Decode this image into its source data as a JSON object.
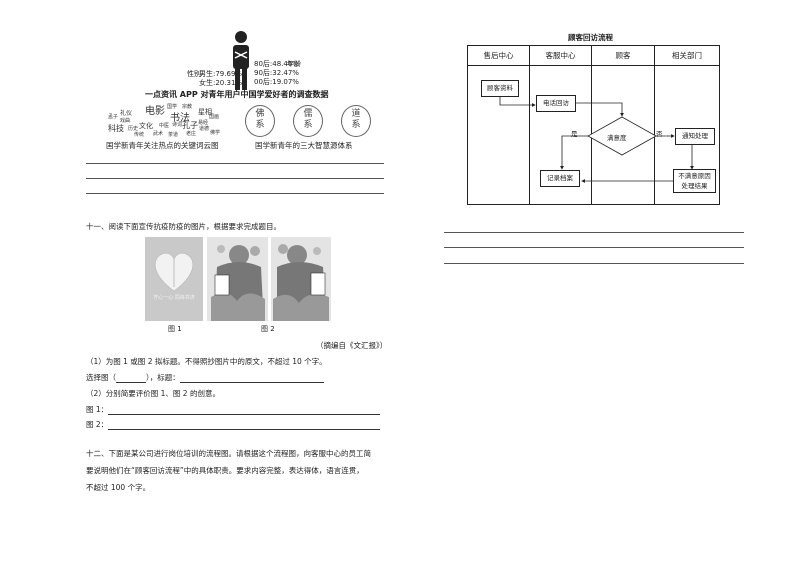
{
  "survey": {
    "title": "一点资讯 APP 对青年用户中国学爱好者的调查数据",
    "gender_label": "性别",
    "gender_male": "男生:79.69%",
    "gender_female": "女生:20.31%",
    "age_label": "年龄",
    "age_80": "80后:48.46%",
    "age_90": "90后:32.47%",
    "age_00": "00后:19.07%",
    "wordcloud_caption": "国学新青年关注热点的关键词云图",
    "wordcloud_words": [
      "礼仪",
      "电影",
      "国学",
      "宗教",
      "星相",
      "书法",
      "易经",
      "戏曲",
      "科技",
      "历史",
      "文化",
      "中医",
      "诗词",
      "孔子",
      "道德",
      "传统",
      "武术",
      "茶道",
      "老庄",
      "国画",
      "佛学",
      "孟子"
    ],
    "systems_caption": "国学新青年的三大智慧源体系",
    "systems": [
      "佛系",
      "儒系",
      "道系"
    ]
  },
  "q11": {
    "stem": "十一、阅读下面宣传抗疫防疫的图片，根据要求完成题目。",
    "fig1_caption": "图 1",
    "fig2_caption": "图 2",
    "fig1_text": "齐心一心 同舟共济",
    "source": "（摘编自《文汇报》）",
    "sub1": "（1）为图 1 或图 2 拟标题。不得照抄图片中的原文，不超过 10 个字。",
    "choose_label": "选择图（",
    "choose_mid": "），标题：",
    "sub2": "（2）分别简要评价图 1、图 2 的创意。",
    "ans1_label": "图 1：",
    "ans2_label": "图 2："
  },
  "q12": {
    "line1": "十二、下面是某公司进行岗位培训的流程图。请根据这个流程图，向客服中心的员工简",
    "line2": "要说明他们在“顾客回访流程”中的具体职责。要求内容完整，表达得体，语言连贯，",
    "line3": "不超过 100 个字。"
  },
  "flowchart": {
    "title": "顾客回访流程",
    "lanes": [
      "售后中心",
      "客服中心",
      "顾客",
      "相关部门"
    ],
    "nodes": {
      "customer_info": "顾客资料",
      "phone_visit": "电话回访",
      "satisfied": "满意度",
      "notify": "通知处理",
      "record": "记录档案",
      "reason": "不满意原因 处理结果"
    },
    "yes_label": "是",
    "no_label": "否"
  }
}
